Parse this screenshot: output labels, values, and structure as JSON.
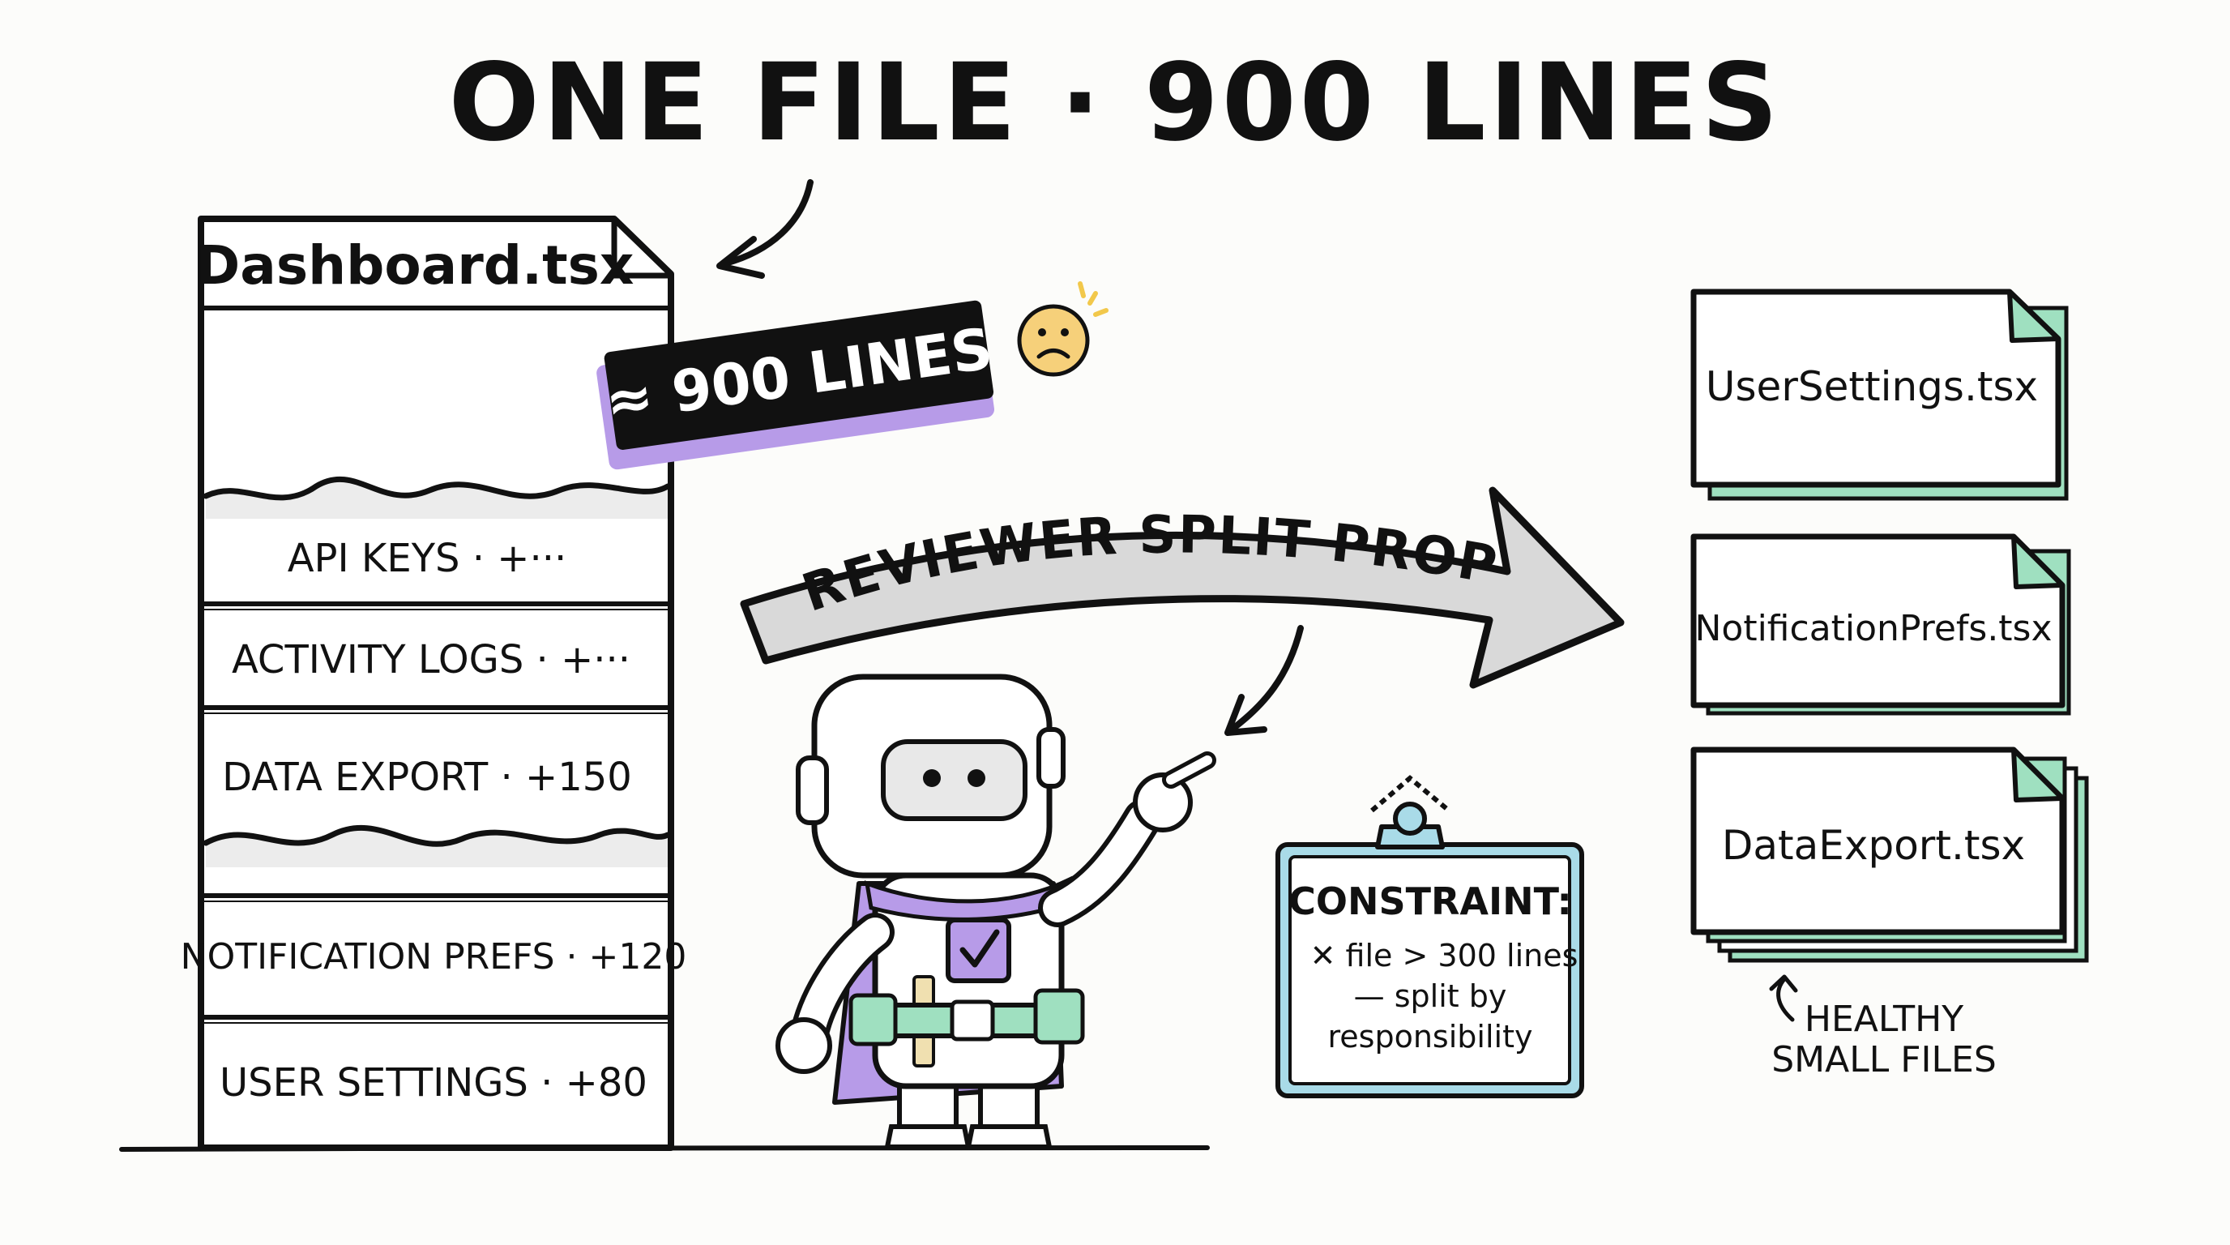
{
  "title": "ONE FILE · 900 LINES",
  "monolith": {
    "filename": "Dashboard.tsx",
    "line_badge": "≈ 900 LINES",
    "sections": [
      {
        "label": "API KEYS · +···"
      },
      {
        "label": "ACTIVITY LOGS · +···"
      },
      {
        "label": "DATA EXPORT · +150"
      },
      {
        "label": "NOTIFICATION PREFS · +120"
      },
      {
        "label": "USER SETTINGS · +80"
      }
    ]
  },
  "proposal_arrow": {
    "label": "REVIEWER SPLIT PROPOSAL"
  },
  "constraint_card": {
    "heading": "CONSTRAINT:",
    "line1": "✕ file > 300 lines",
    "line2": "— split by",
    "line3": "responsibility"
  },
  "split_files": [
    {
      "name": "UserSettings.tsx"
    },
    {
      "name": "NotificationPrefs.tsx"
    },
    {
      "name": "DataExport.tsx"
    }
  ],
  "healthy_note": {
    "line1": "HEALTHY",
    "line2": "SMALL FILES"
  },
  "colors": {
    "ink": "#111111",
    "purple": "#b79be8",
    "mint": "#9fe0c0",
    "sky": "#a9dbe8",
    "arrow_fill": "#d9d9d9",
    "sad_face": "#f6d07a"
  }
}
